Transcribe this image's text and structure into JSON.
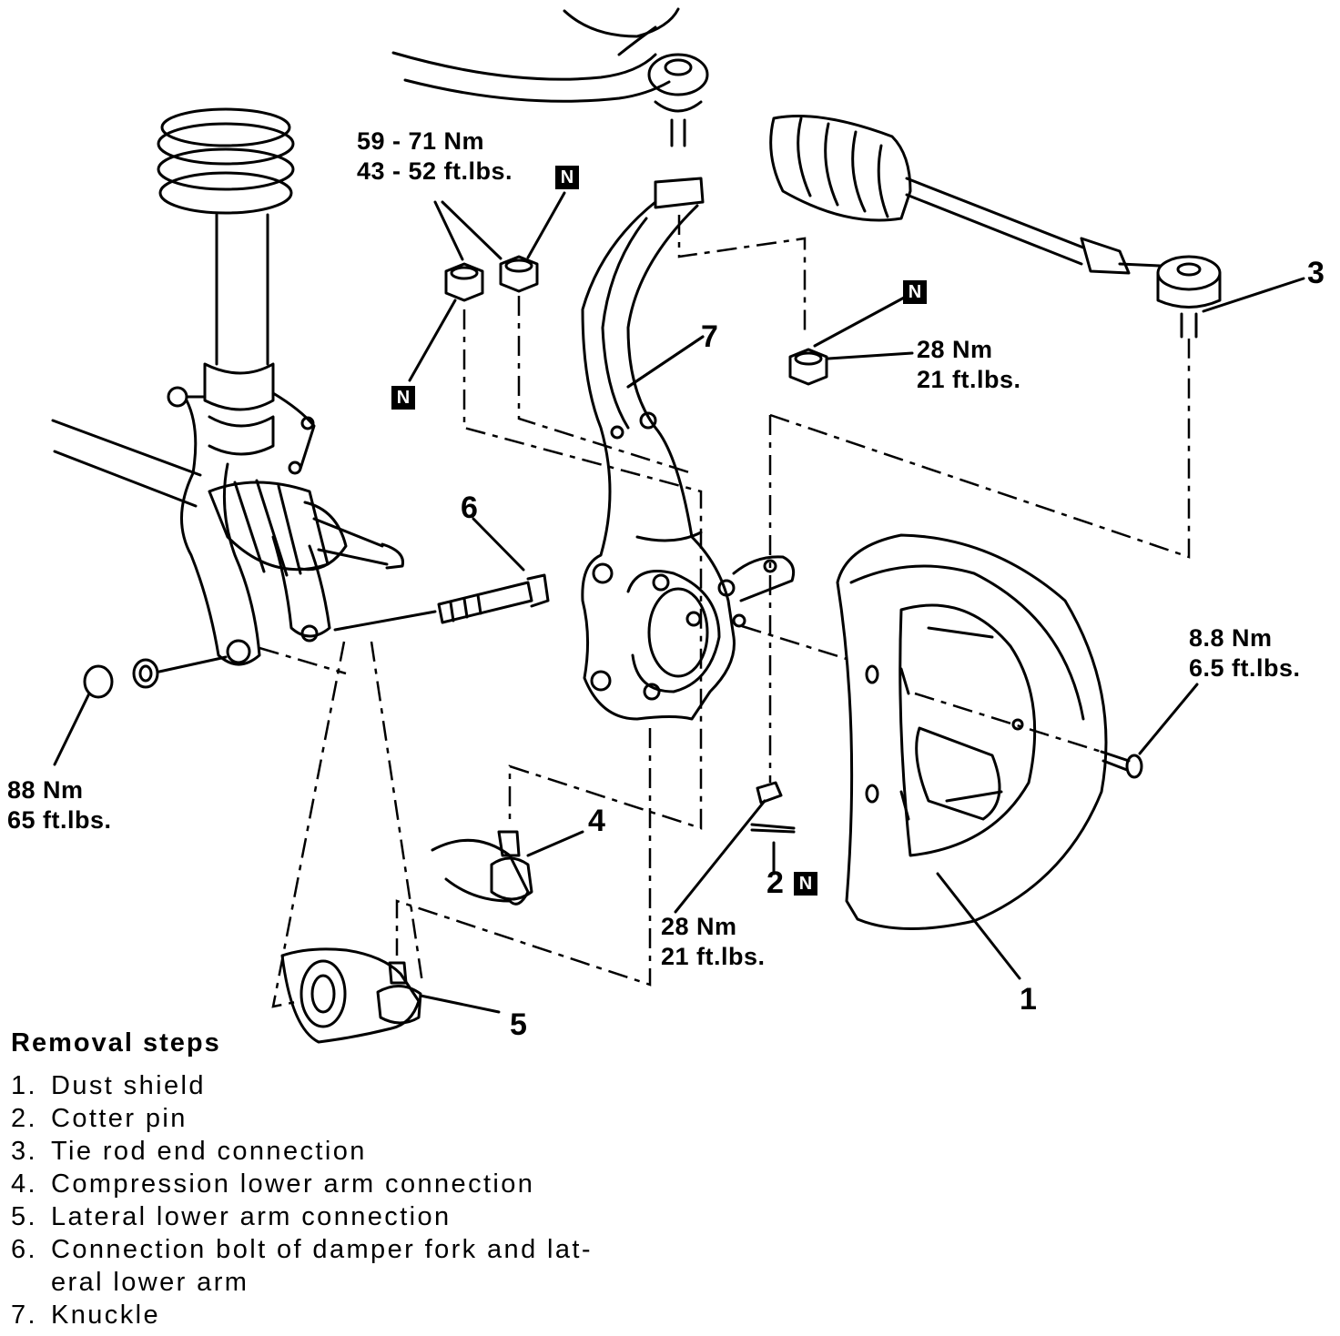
{
  "torque_labels": {
    "upper_ball_joint": "59 - 71 Nm\n43 - 52 ft.lbs.",
    "tie_rod_nut": "28 Nm\n21 ft.lbs.",
    "lower_nut": "28 Nm\n21 ft.lbs.",
    "dust_shield_bolt": "8.8 Nm\n6.5 ft.lbs.",
    "fork_nut": "88 Nm\n65 ft.lbs."
  },
  "callouts": [
    "1",
    "2",
    "3",
    "4",
    "5",
    "6",
    "7"
  ],
  "new_part_mark": "N",
  "removal_steps": {
    "title": "Removal steps",
    "items": [
      {
        "num": "1.",
        "text": "Dust shield"
      },
      {
        "num": "2.",
        "text": "Cotter pin"
      },
      {
        "num": "3.",
        "text": "Tie rod end connection"
      },
      {
        "num": "4.",
        "text": "Compression lower arm connection"
      },
      {
        "num": "5.",
        "text": "Lateral lower arm connection"
      },
      {
        "num": "6.",
        "text": "Connection bolt of damper fork and lat-\neral lower arm"
      },
      {
        "num": "7.",
        "text": "Knuckle"
      }
    ]
  }
}
